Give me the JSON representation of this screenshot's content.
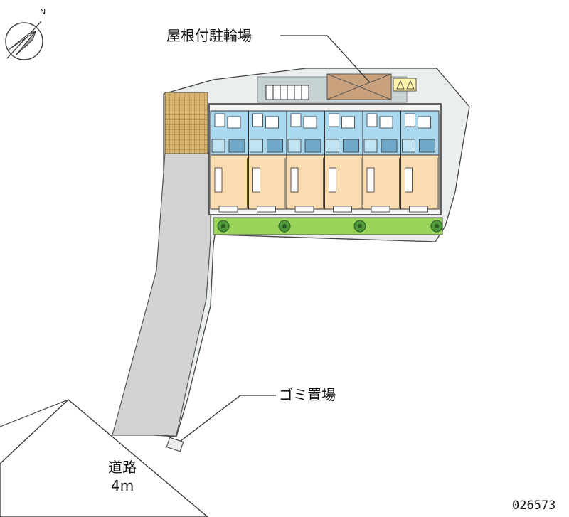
{
  "labels": {
    "bike_parking": "屋根付駐輪場",
    "garbage": "ゴミ置場",
    "road_name": "道路",
    "road_width": "4m",
    "property_code": "026573",
    "north": "N"
  },
  "units": {
    "count": 6
  },
  "trees": {
    "count": 4
  },
  "colors": {
    "site": "#e8ecec",
    "driveway": "#d4d4d4",
    "unit_wet": "#a9d8ef",
    "unit_room": "#fbdcb0",
    "greenery": "#9ad35a",
    "bike_roof": "#c8a07a",
    "lattice": "#c6a45e"
  }
}
